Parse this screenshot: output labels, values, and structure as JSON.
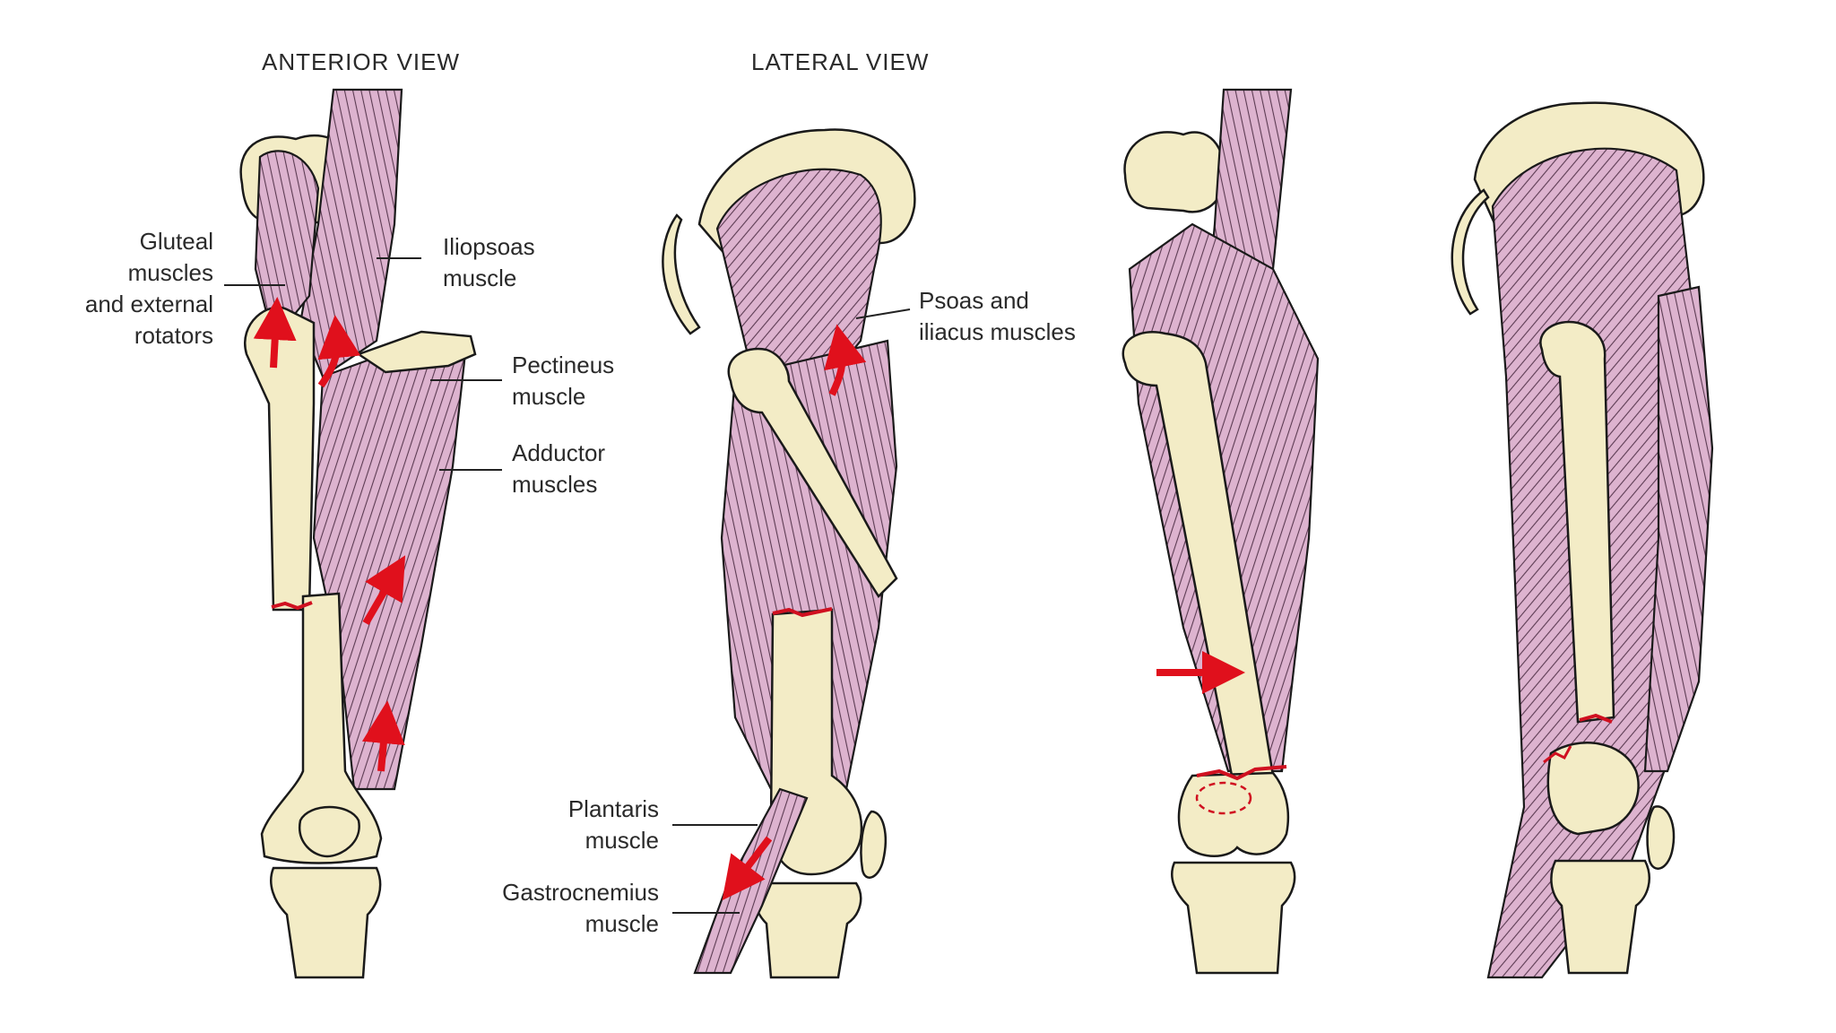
{
  "view_titles": {
    "anterior": "ANTERIOR VIEW",
    "lateral": "LATERAL VIEW"
  },
  "labels": {
    "gluteal": [
      "Gluteal",
      "muscles",
      "and external",
      "rotators"
    ],
    "iliopsoas": [
      "Iliopsoas",
      "muscle"
    ],
    "pectineus": [
      "Pectineus",
      "muscle"
    ],
    "adductor": [
      "Adductor",
      "muscles"
    ],
    "psoas_iliacus": [
      "Psoas and",
      "iliacus muscles"
    ],
    "plantaris": [
      "Plantaris",
      "muscle"
    ],
    "gastrocnemius": [
      "Gastrocnemius",
      "muscle"
    ]
  },
  "colors": {
    "bone": "#f3ecc6",
    "muscle": "#ddb3cf",
    "outline": "#1a1a1a",
    "arrow": "#e0101c",
    "fracture": "#d01020",
    "leader": "#222222"
  }
}
